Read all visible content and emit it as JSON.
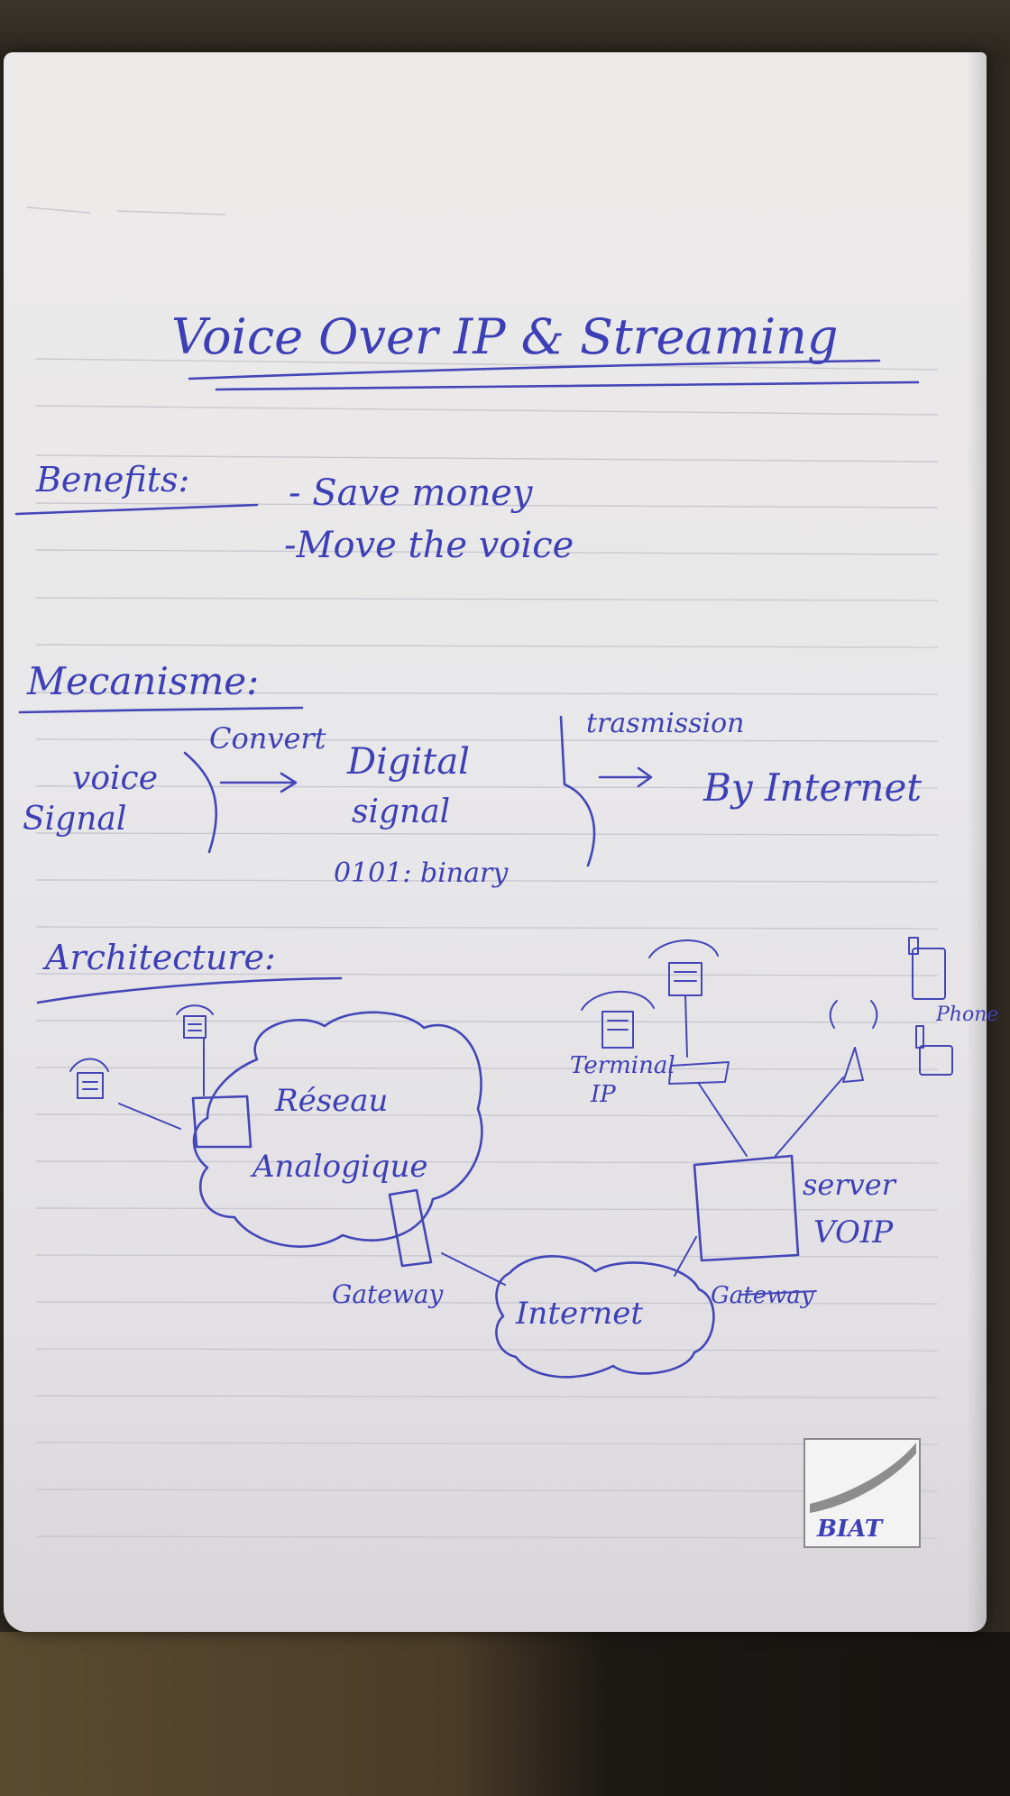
{
  "title": "Voice Over IP & Streaming",
  "benefits": {
    "heading": "Benefits:",
    "items": [
      "- Save money",
      "-Move the voice"
    ]
  },
  "mecanisme": {
    "heading": "Mecanisme:",
    "voice_signal": [
      "voice",
      "Signal"
    ],
    "convert": "Convert",
    "digital_signal": [
      "Digital",
      "signal"
    ],
    "binary": "0101: binary",
    "transmission": "trasmission",
    "by_internet": "By Internet"
  },
  "architecture": {
    "heading": "Architecture:",
    "reseau": [
      "Réseau",
      "Analogique"
    ],
    "gateway_left": "Gateway",
    "internet": "Internet",
    "gateway_right": "Gateway",
    "terminal": [
      "Terminal",
      "IP"
    ],
    "server": [
      "server",
      "VOIP"
    ],
    "phone": "Phone"
  },
  "logo": {
    "text": "BIAT"
  },
  "colors": {
    "ink": "#3d3fb6",
    "paper": "#e9e8ea",
    "desk": "#2e2921"
  }
}
